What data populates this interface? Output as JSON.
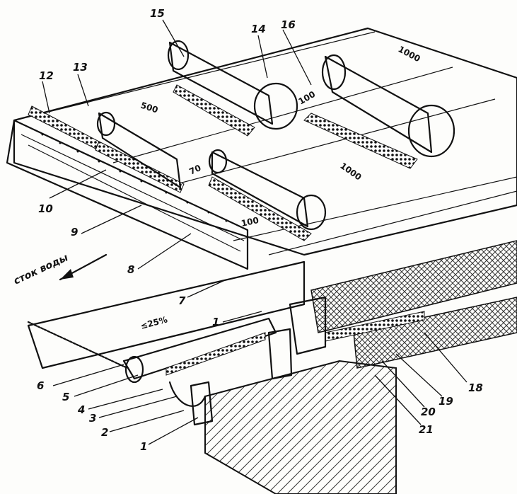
{
  "figure": {
    "callouts": {
      "c1a": "1",
      "c1b": "1",
      "c2": "2",
      "c3": "3",
      "c4": "4",
      "c5": "5",
      "c6": "6",
      "c7": "7",
      "c8": "8",
      "c9": "9",
      "c10": "10",
      "c12": "12",
      "c13": "13",
      "c14": "14",
      "c15": "15",
      "c16": "16",
      "c18": "18",
      "c19": "19",
      "c20": "20",
      "c21": "21"
    },
    "dimensions": {
      "d500": "500",
      "d100a": "100",
      "d100b": "100",
      "d70": "70",
      "d1000a": "1000",
      "d1000b": "1000",
      "d25": "≤25%"
    },
    "annotation": "сток воды"
  },
  "colors": {
    "ink": "#111111",
    "paper": "#fdfdfb",
    "hatch": "#444444"
  }
}
